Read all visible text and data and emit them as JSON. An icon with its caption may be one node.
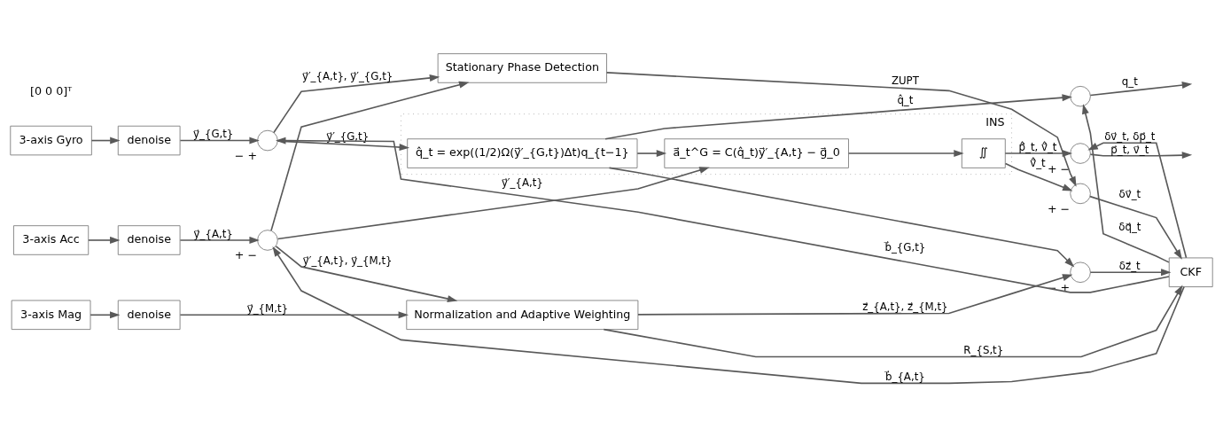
{
  "diagram": {
    "nodes": [
      {
        "text": [
          "3-axis Gyro"
        ]
      },
      {
        "text": [
          "denoise"
        ]
      },
      {
        "text": [
          "3-axis Acc"
        ]
      },
      {
        "text": [
          "denoise"
        ]
      },
      {
        "text": [
          "3-axis Mag"
        ]
      },
      {
        "text": [
          "denoise"
        ]
      },
      {
        "text": [],
        "shape": "circle",
        "beside": [
          "−",
          "+"
        ]
      },
      {
        "text": [],
        "shape": "circle",
        "beside": [
          "+",
          "−"
        ]
      },
      {
        "text": [
          "INS"
        ]
      },
      {
        "text": [
          "q̂_t = exp((1/2)Ω(y⃗′_{G,t})Δt)q_{t−1}"
        ],
        "in": 8
      },
      {
        "text": [
          "a⃗_t^G = C(q̂_t)y⃗′_{A,t} − g⃗_0"
        ],
        "in": 8
      },
      {
        "text": [
          "∬"
        ],
        "in": 8
      },
      {
        "text": [],
        "shape": "circle"
      },
      {
        "text": [],
        "shape": "circle",
        "beside": [
          "+",
          "−"
        ]
      },
      {
        "text": [
          "Normalization and Adaptive Weighting"
        ]
      },
      {
        "text": [],
        "shape": "circle",
        "beside": [
          "−",
          "+"
        ]
      },
      {
        "text": [
          "Stationary Phase Detection"
        ]
      },
      {
        "text": [],
        "shape": "circle",
        "beside": [
          "+",
          "−"
        ]
      },
      {
        "text": [
          "CKF"
        ]
      }
    ],
    "edges": [
      {
        "from": 0,
        "to": 1,
        "arrow": "to"
      },
      {
        "from": 1,
        "to": 6,
        "arrow": "to",
        "label": "y⃗_{G,t}"
      },
      {
        "from": 2,
        "to": 3,
        "arrow": "to"
      },
      {
        "from": 3,
        "to": 7,
        "arrow": "to",
        "label": "y⃗_{A,t}"
      },
      {
        "from": 4,
        "to": 5,
        "arrow": "to"
      },
      {
        "from": 5,
        "to": 14,
        "arrow": "to",
        "label": "y⃗_{M,t}"
      },
      {
        "from": 18,
        "to": 6,
        "arrow": "to",
        "label": "b⃗_{G,t}"
      },
      {
        "from": 18,
        "to": 7,
        "arrow": "to",
        "label": "b⃗_{A,t}"
      },
      {
        "from": 6,
        "to": 9,
        "arrow": "to",
        "label": "y⃗′_{G,t}"
      },
      {
        "from": 7,
        "to": 10,
        "arrow": "to",
        "label": "y⃗′_{A,t}"
      },
      {
        "from": 7,
        "to": 14,
        "arrow": "to",
        "label": "y⃗′_{A,t}, y⃗_{M,t}"
      },
      {
        "from": 6,
        "to": 16,
        "arrow": "to",
        "label": "y⃗′_{A,t}, y⃗′_{G,t}"
      },
      {
        "from": 7,
        "to": 16,
        "arrow": "to"
      },
      {
        "from": 9,
        "to": 10,
        "arrow": "to"
      },
      {
        "from": 10,
        "to": 11,
        "arrow": "to"
      },
      {
        "from": 9,
        "to": 12,
        "arrow": "to",
        "label": "q̂_t"
      },
      {
        "from": 9,
        "to": 15,
        "arrow": "to"
      },
      {
        "from": 11,
        "to": 13,
        "arrow": "to",
        "label": "p⃗̂_t, v⃗̂_t"
      },
      {
        "from": 11,
        "to": 17,
        "arrow": "to",
        "label": "v⃗̂_t"
      },
      {
        "from": 14,
        "to": 15,
        "arrow": "to",
        "label": "z⃗_{A,t}, z⃗_{M,t}"
      },
      {
        "from": 14,
        "to": 18,
        "arrow": "to",
        "label": "R_{S,t}"
      },
      {
        "from": 16,
        "to": 17,
        "arrow": "to",
        "label": "ZUPT"
      },
      {
        "from": 15,
        "to": 18,
        "arrow": "to",
        "label": "δz⃗_t"
      },
      {
        "from": 17,
        "to": 18,
        "arrow": "to",
        "label": "δv⃗_t"
      },
      {
        "from": 18,
        "to": 12,
        "arrow": "to",
        "label": "δq⃗_t"
      },
      {
        "from": 18,
        "to": 13,
        "arrow": "to",
        "label": "δv⃗_t, δp⃗_t"
      },
      {
        "from": 12,
        "to": null,
        "arrow": "to",
        "label": "q_t"
      },
      {
        "from": 13,
        "to": null,
        "arrow": "to",
        "label": "p⃗_t, v⃗_t"
      }
    ],
    "labels": [
      "[0 0 0]ᵀ"
    ]
  }
}
